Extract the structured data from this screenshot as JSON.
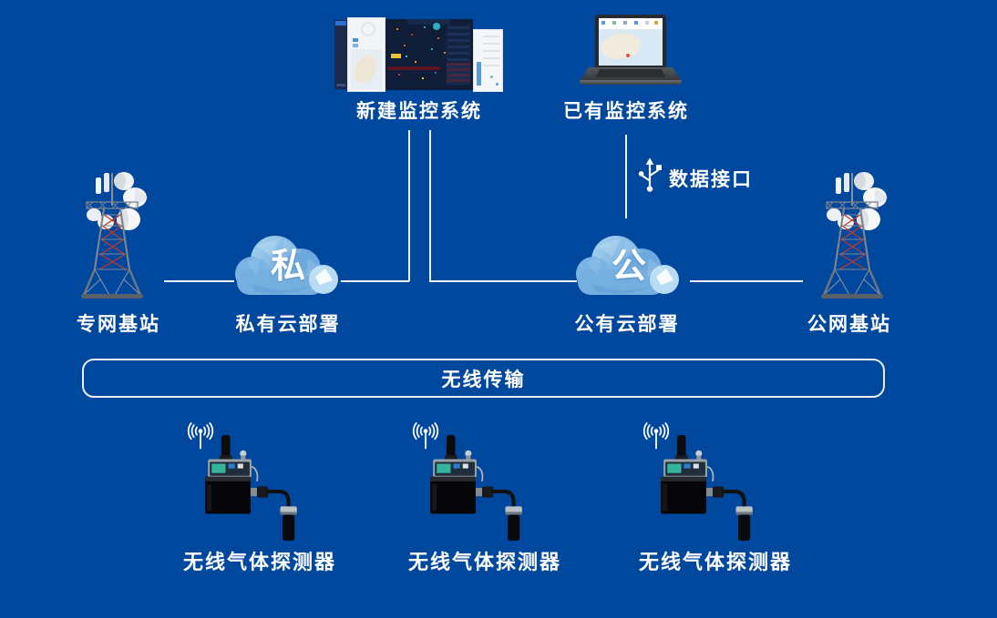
{
  "colors": {
    "background": "#00489e",
    "text": "#ffffff",
    "connector_line": "#f0f4fb",
    "cloud_light": "#b8dcf4",
    "cloud_mid": "#79b4e4",
    "cloud_dark": "#5f9fd6",
    "tower_bracing_red": "#c0392b",
    "tower_steel_gray": "#7d848d"
  },
  "systems": {
    "new_monitoring": {
      "label": "新建监控系统"
    },
    "existing_monitoring": {
      "label": "已有监控系统"
    }
  },
  "data_interface": {
    "label": "数据接口",
    "icon": "usb-icon"
  },
  "clouds": {
    "private": {
      "badge": "私",
      "label": "私有云部署"
    },
    "public": {
      "badge": "公",
      "label": "公有云部署"
    }
  },
  "base_stations": {
    "left": {
      "label": "专网基站"
    },
    "right": {
      "label": "公网基站"
    }
  },
  "transmission_bar": {
    "label": "无线传输"
  },
  "detectors": [
    {
      "label": "无线气体探测器",
      "icon": "wireless-signal-icon"
    },
    {
      "label": "无线气体探测器",
      "icon": "wireless-signal-icon"
    },
    {
      "label": "无线气体探测器",
      "icon": "wireless-signal-icon"
    }
  ]
}
